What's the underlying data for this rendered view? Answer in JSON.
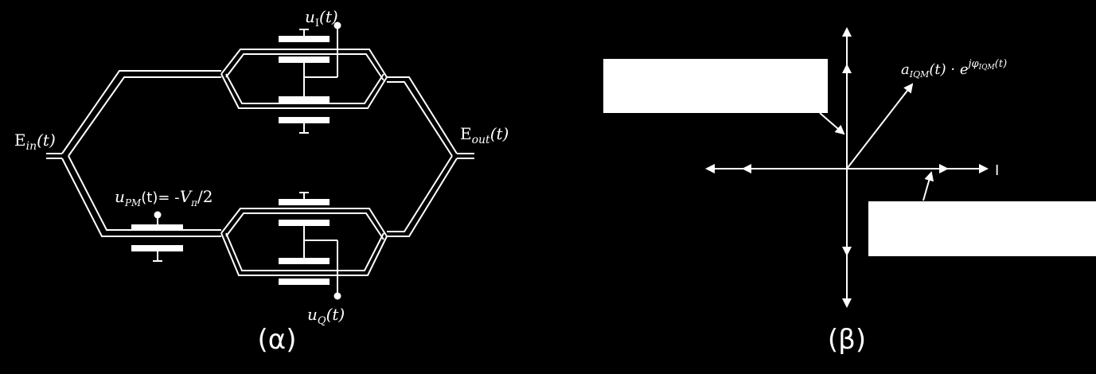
{
  "panel_a": {
    "caption": "(α)",
    "input_label": {
      "main": "E",
      "sub": "in",
      "arg": "(t)"
    },
    "output_label": {
      "main": "E",
      "sub": "out",
      "arg": "(t)"
    },
    "ui_label": {
      "main": "u",
      "sub": "I",
      "arg": "(t)"
    },
    "uq_label": {
      "main": "u",
      "sub": "Q",
      "arg": "(t)"
    },
    "upm_label": {
      "main": "u",
      "sub": "PM",
      "arg": "(t)",
      "eq": "= -",
      "v": "V",
      "vsub": "π",
      "tail": "/2"
    }
  },
  "panel_b": {
    "caption": "(β)",
    "i_axis_label": "I",
    "vector_label": {
      "a": "a",
      "asub": "IQM",
      "arg": "(t) · e",
      "exp": "jφ",
      "expsub": "IQM",
      "exparg": "(t)"
    }
  },
  "colors": {
    "background": "#000000",
    "foreground": "#ffffff"
  }
}
